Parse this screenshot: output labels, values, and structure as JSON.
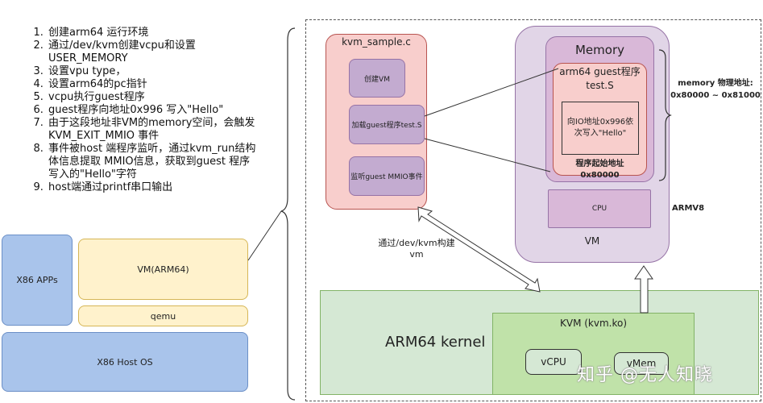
{
  "steps": [
    "创建arm64 运行环境",
    "通过/dev/kvm创建vcpu和设置USER_MEMORY",
    "设置vpu type，",
    "设置arm64的pc指针",
    "vcpu执行guest程序",
    "guest程序向地址0x996 写入\"Hello\"",
    "由于这段地址非VM的memory空间，会触发KVM_EXIT_MMIO 事件",
    "事件被host 端程序监听，通过kvm_run结构体信息提取 MMIO信息，获取到guest 程序写入的\"Hello\"字符",
    "host端通过printf串口输出"
  ],
  "left_stack": {
    "x86_apps": "X86  APPs",
    "vm_arm64": "VM(ARM64)",
    "qemu": "qemu",
    "host_os": "X86  Host OS"
  },
  "sample": {
    "title": "kvm_sample.c",
    "create_vm": "创建VM",
    "load_guest": "加载guest程序test.S",
    "listen_mmio": "监听guest MMIO事件"
  },
  "vm": {
    "memory_title": "Memory",
    "guest_title": "arm64 guest程序\ntest.S",
    "io_write": "向IO地址0x996依次写入\"Hello\"",
    "start_addr": "程序起始地址\n0x80000",
    "cpu": "CPU",
    "armv8": "ARMV8",
    "vm_label": "VM",
    "mem_range": "memory 物理地址:\n0x80000 ~ 0x81000"
  },
  "kernel": {
    "title": "ARM64 kernel",
    "kvm": "KVM (kvm.ko)",
    "vcpu": "vCPU",
    "vmem": "vMem"
  },
  "arrow_label": "通过/dev/kvm构建\nvm",
  "watermark": "知乎 @无人知晓",
  "colors": {
    "blue": "#a9c4eb",
    "yellow": "#fff2cc",
    "pink": "#f8cecc",
    "purple": "#c3abd0",
    "lavender": "#e1d5e7",
    "green": "#d5e8d4",
    "kvm_green": "#c0e2a9"
  }
}
